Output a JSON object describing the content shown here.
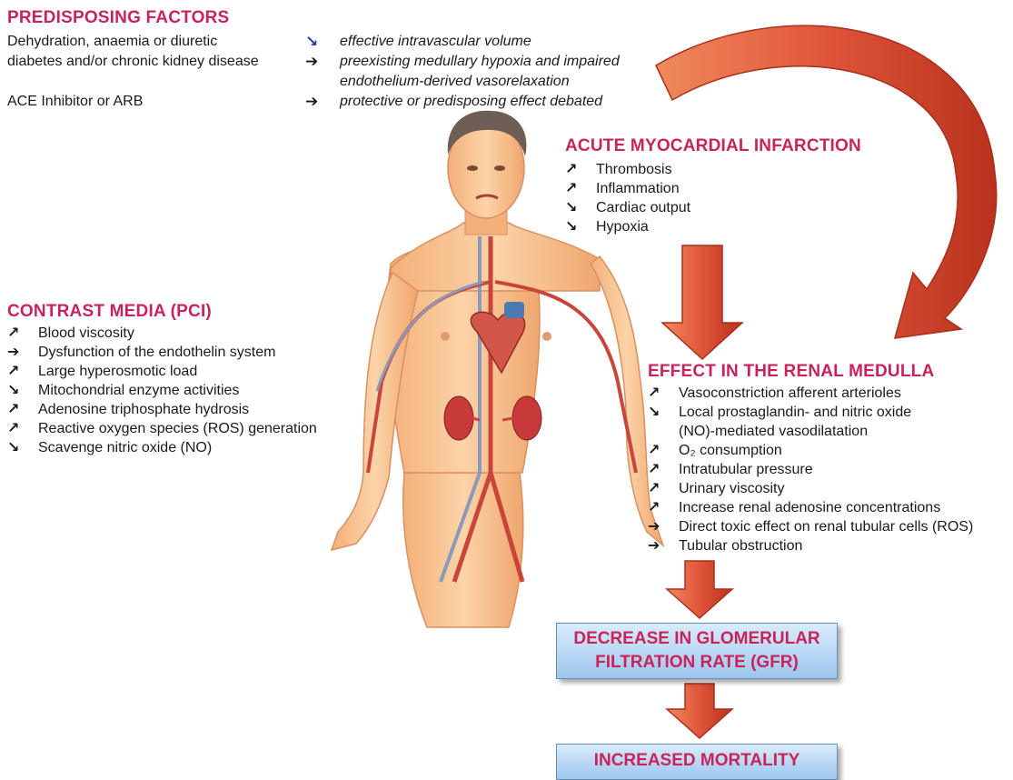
{
  "predisposing": {
    "heading": "PREDISPOSING FACTORS",
    "rows": [
      {
        "label": "Dehydration, anaemia or diuretic",
        "arrow": "↘",
        "arrow_color": "#2a3a9a",
        "effect": "effective intravascular volume"
      },
      {
        "label": "diabetes and/or chronic kidney disease",
        "arrow": "➔",
        "arrow_color": "#1a1a1a",
        "effect": "preexisting medullary hypoxia and impaired",
        "effect_cont": "endothelium-derived vasorelaxation"
      },
      {
        "label": "ACE Inhibitor or ARB",
        "arrow": "➔",
        "arrow_color": "#1a1a1a",
        "effect": "protective or predisposing effect debated"
      }
    ]
  },
  "ami": {
    "heading": "ACUTE MYOCARDIAL INFARCTION",
    "items": [
      {
        "arrow": "↗",
        "text": "Thrombosis"
      },
      {
        "arrow": "↗",
        "text": "Inflammation"
      },
      {
        "arrow": "↘",
        "text": "Cardiac output"
      },
      {
        "arrow": "↘",
        "text": "Hypoxia"
      }
    ]
  },
  "contrast": {
    "heading": "CONTRAST MEDIA (PCI)",
    "items": [
      {
        "arrow": "↗",
        "text": "Blood viscosity"
      },
      {
        "arrow": "➔",
        "text": "Dysfunction of the endothelin system"
      },
      {
        "arrow": "↗",
        "text": "Large hyperosmotic load"
      },
      {
        "arrow": "↘",
        "text": "Mitochondrial enzyme activities"
      },
      {
        "arrow": "↗",
        "text": "Adenosine triphosphate hydrosis"
      },
      {
        "arrow": "↗",
        "text": "Reactive oxygen species (ROS) generation"
      },
      {
        "arrow": "↘",
        "text": "Scavenge nitric oxide (NO)"
      }
    ]
  },
  "renal": {
    "heading": "EFFECT IN THE RENAL MEDULLA",
    "items": [
      {
        "arrow": "↗",
        "text": "Vasoconstriction afferent arterioles"
      },
      {
        "arrow": "↘",
        "text": "Local prostaglandin- and nitric oxide",
        "cont": "(NO)-mediated vasodilatation"
      },
      {
        "arrow": "↗",
        "text": "O₂ consumption"
      },
      {
        "arrow": "↗",
        "text": "Intratubular pressure"
      },
      {
        "arrow": "↗",
        "text": "Urinary viscosity"
      },
      {
        "arrow": "↗",
        "text": "Increase renal adenosine concentrations"
      },
      {
        "arrow": "➔",
        "text": "Direct toxic effect on renal tubular cells (ROS)"
      },
      {
        "arrow": "➔",
        "text": "Tubular obstruction"
      }
    ]
  },
  "gfr_box": {
    "line1": "DECREASE IN GLOMERULAR",
    "line2": "FILTRATION RATE (GFR)"
  },
  "mortality_box": {
    "label": "INCREASED MORTALITY"
  },
  "colors": {
    "heading": "#c8245a",
    "flow_arrow": "#e0553a",
    "skin": "#f6bd8a",
    "artery": "#c9453a",
    "vein": "#8a9ab8"
  }
}
